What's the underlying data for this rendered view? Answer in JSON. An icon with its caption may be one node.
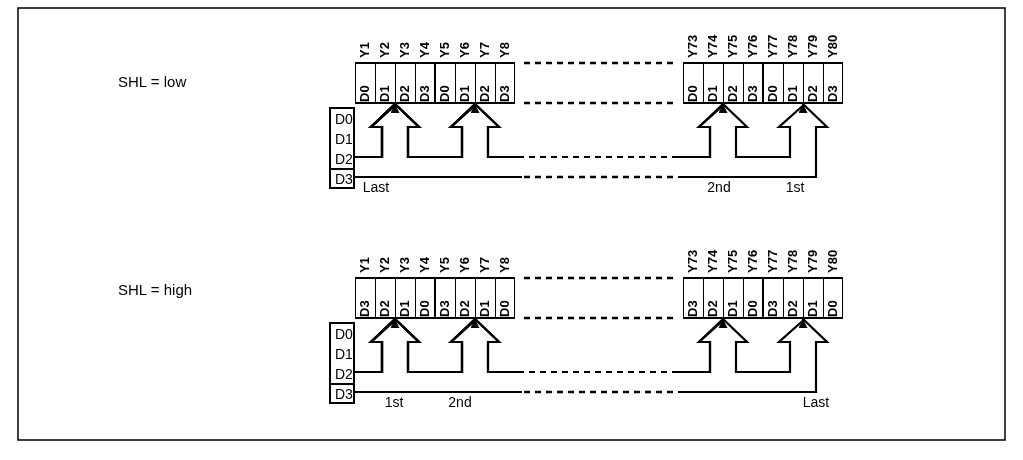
{
  "diagram": {
    "nodes": [
      {
        "text": [
          "D0",
          "D1",
          "D2",
          "D3"
        ]
      },
      {
        "text": [
          "D0",
          "D1",
          "D2",
          "D3"
        ],
        "beside": [
          "Y1",
          "Y2",
          "Y3",
          "Y4"
        ]
      },
      {
        "text": [
          "D0",
          "D1",
          "D2",
          "D3"
        ],
        "beside": [
          "Y5",
          "Y6",
          "Y7",
          "Y8"
        ]
      },
      {
        "text": [
          "D0",
          "D1",
          "D2",
          "D3"
        ],
        "beside": [
          "Y73",
          "Y74",
          "Y75",
          "Y76"
        ]
      },
      {
        "text": [
          "D0",
          "D1",
          "D2",
          "D3"
        ],
        "beside": [
          "Y77",
          "Y78",
          "Y79",
          "Y80"
        ]
      },
      {
        "text": [
          "D0",
          "D1",
          "D2",
          "D3"
        ]
      },
      {
        "text": [
          "D3",
          "D2",
          "D1",
          "D0"
        ],
        "beside": [
          "Y1",
          "Y2",
          "Y3",
          "Y4"
        ]
      },
      {
        "text": [
          "D3",
          "D2",
          "D1",
          "D0"
        ],
        "beside": [
          "Y5",
          "Y6",
          "Y7",
          "Y8"
        ]
      },
      {
        "text": [
          "D3",
          "D2",
          "D1",
          "D0"
        ],
        "beside": [
          "Y73",
          "Y74",
          "Y75",
          "Y76"
        ]
      },
      {
        "text": [
          "D3",
          "D2",
          "D1",
          "D0"
        ],
        "beside": [
          "Y77",
          "Y78",
          "Y79",
          "Y80"
        ]
      }
    ],
    "edges": [
      {
        "from": 0,
        "to": 1,
        "arrow": "to",
        "label": "Last"
      },
      {
        "from": 0,
        "to": 2,
        "arrow": "to"
      },
      {
        "from": 0,
        "to": 3,
        "arrow": "to",
        "label": "2nd",
        "style": "dashed"
      },
      {
        "from": 0,
        "to": 4,
        "arrow": "to",
        "label": "1st",
        "style": "dashed"
      },
      {
        "from": 5,
        "to": 6,
        "arrow": "to",
        "label": "1st"
      },
      {
        "from": 5,
        "to": 7,
        "arrow": "to",
        "label": "2nd"
      },
      {
        "from": 5,
        "to": 8,
        "arrow": "to",
        "style": "dashed"
      },
      {
        "from": 5,
        "to": 9,
        "arrow": "to",
        "label": "Last",
        "style": "dashed"
      }
    ],
    "labels": [
      "SHL = low",
      "SHL = high"
    ]
  }
}
